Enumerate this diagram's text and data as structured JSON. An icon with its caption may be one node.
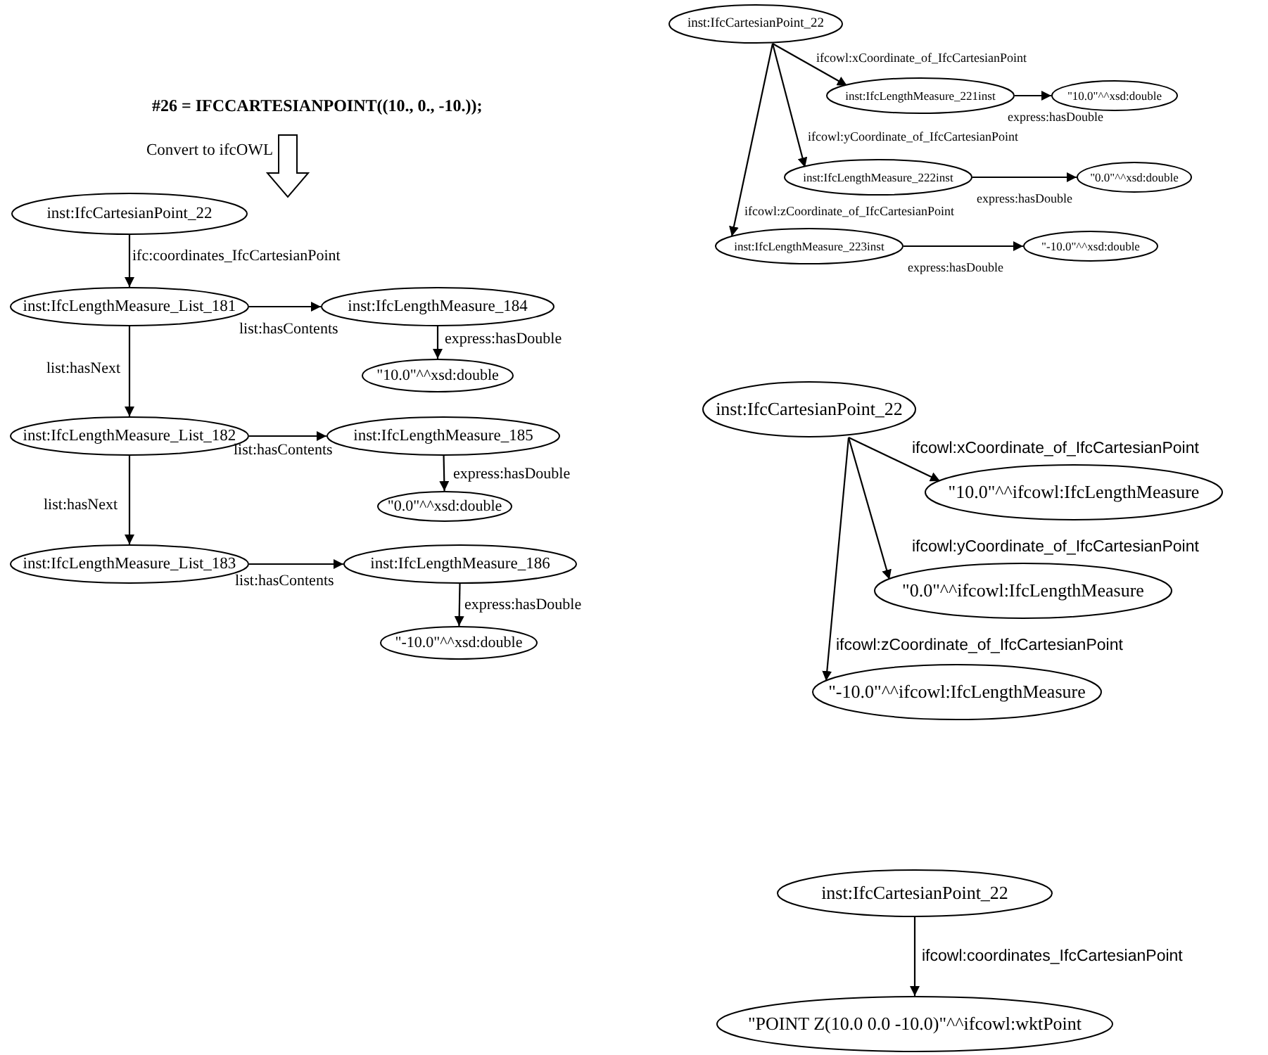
{
  "diagram": {
    "title": "#26 = IFCCARTESIANPOINT((10., 0., -10.));",
    "nodes": [
      {
        "text": [
          "inst:IfcCartesianPoint_22"
        ]
      },
      {
        "text": [
          "inst:IfcLengthMeasure_List_181"
        ]
      },
      {
        "text": [
          "inst:IfcLengthMeasure_184"
        ]
      },
      {
        "text": [
          "\"10.0\"^^xsd:double"
        ]
      },
      {
        "text": [
          "inst:IfcLengthMeasure_List_182"
        ]
      },
      {
        "text": [
          "inst:IfcLengthMeasure_185"
        ]
      },
      {
        "text": [
          "\"0.0\"^^xsd:double"
        ]
      },
      {
        "text": [
          "inst:IfcLengthMeasure_List_183"
        ]
      },
      {
        "text": [
          "inst:IfcLengthMeasure_186"
        ]
      },
      {
        "text": [
          "\"-10.0\"^^xsd:double"
        ]
      },
      {
        "text": [
          "inst:IfcCartesianPoint_22"
        ]
      },
      {
        "text": [
          "inst:IfcLengthMeasure_221inst"
        ]
      },
      {
        "text": [
          "\"10.0\"^^xsd:double"
        ]
      },
      {
        "text": [
          "inst:IfcLengthMeasure_222inst"
        ]
      },
      {
        "text": [
          "\"0.0\"^^xsd:double"
        ]
      },
      {
        "text": [
          "inst:IfcLengthMeasure_223inst"
        ]
      },
      {
        "text": [
          "\"-10.0\"^^xsd:double"
        ]
      },
      {
        "text": [
          "inst:IfcCartesianPoint_22"
        ]
      },
      {
        "text": [
          "\"10.0\"^^ifcowl:IfcLengthMeasure"
        ]
      },
      {
        "text": [
          "\"0.0\"^^ifcowl:IfcLengthMeasure"
        ]
      },
      {
        "text": [
          "\"-10.0\"^^ifcowl:IfcLengthMeasure"
        ]
      },
      {
        "text": [
          "inst:IfcCartesianPoint_22"
        ]
      },
      {
        "text": [
          "\"POINT Z(10.0 0.0 -10.0)\"^^ifcowl:wktPoint"
        ]
      }
    ],
    "edges": [
      {
        "from": 0,
        "to": 1,
        "arrow": "to",
        "label": "ifc:coordinates_IfcCartesianPoint"
      },
      {
        "from": 1,
        "to": 2,
        "arrow": "to",
        "label": "list:hasContents"
      },
      {
        "from": 2,
        "to": 3,
        "arrow": "to",
        "label": "express:hasDouble"
      },
      {
        "from": 1,
        "to": 4,
        "arrow": "to",
        "label": "list:hasNext"
      },
      {
        "from": 4,
        "to": 5,
        "arrow": "to",
        "label": "list:hasContents"
      },
      {
        "from": 5,
        "to": 6,
        "arrow": "to",
        "label": "express:hasDouble"
      },
      {
        "from": 4,
        "to": 7,
        "arrow": "to",
        "label": "list:hasNext"
      },
      {
        "from": 7,
        "to": 8,
        "arrow": "to",
        "label": "list:hasContents"
      },
      {
        "from": 8,
        "to": 9,
        "arrow": "to",
        "label": "express:hasDouble"
      },
      {
        "from": 10,
        "to": 11,
        "arrow": "to",
        "label": "ifcowl:xCoordinate_of_IfcCartesianPoint"
      },
      {
        "from": 11,
        "to": 12,
        "arrow": "to",
        "label": "express:hasDouble"
      },
      {
        "from": 10,
        "to": 13,
        "arrow": "to",
        "label": "ifcowl:yCoordinate_of_IfcCartesianPoint"
      },
      {
        "from": 13,
        "to": 14,
        "arrow": "to",
        "label": "express:hasDouble"
      },
      {
        "from": 10,
        "to": 15,
        "arrow": "to",
        "label": "ifcowl:zCoordinate_of_IfcCartesianPoint"
      },
      {
        "from": 15,
        "to": 16,
        "arrow": "to",
        "label": "express:hasDouble"
      },
      {
        "from": 17,
        "to": 18,
        "arrow": "to",
        "label": "ifcowl:xCoordinate_of_IfcCartesianPoint"
      },
      {
        "from": 17,
        "to": 19,
        "arrow": "to",
        "label": "ifcowl:yCoordinate_of_IfcCartesianPoint"
      },
      {
        "from": 17,
        "to": 20,
        "arrow": "to",
        "label": "ifcowl:zCoordinate_of_IfcCartesianPoint"
      },
      {
        "from": 21,
        "to": 22,
        "arrow": "to",
        "label": "ifcowl:coordinates_IfcCartesianPoint"
      }
    ],
    "labels": [
      "Convert to ifcOWL"
    ]
  }
}
